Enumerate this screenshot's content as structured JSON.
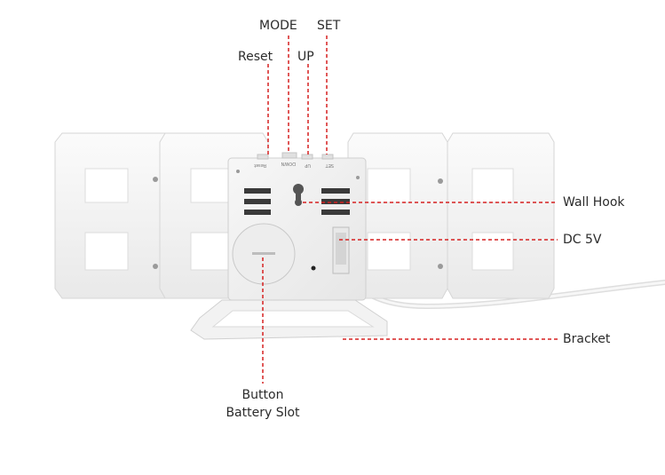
{
  "labels": {
    "mode": "MODE",
    "set": "SET",
    "reset": "Reset",
    "up": "UP",
    "wall_hook": "Wall Hook",
    "dc": "DC 5V",
    "bracket": "Bracket",
    "battery_line1": "Button",
    "battery_line2": "Battery Slot"
  },
  "back_panel_print": {
    "reset": "Reset",
    "down": "DOWN",
    "up": "UP",
    "set": "SET"
  },
  "colors": {
    "callout_line": "#d62020",
    "label_text": "#2b2b2b",
    "clock_body": "#f4f4f4",
    "clock_shadow": "#d9d9d9",
    "cable": "#eeeeee"
  }
}
